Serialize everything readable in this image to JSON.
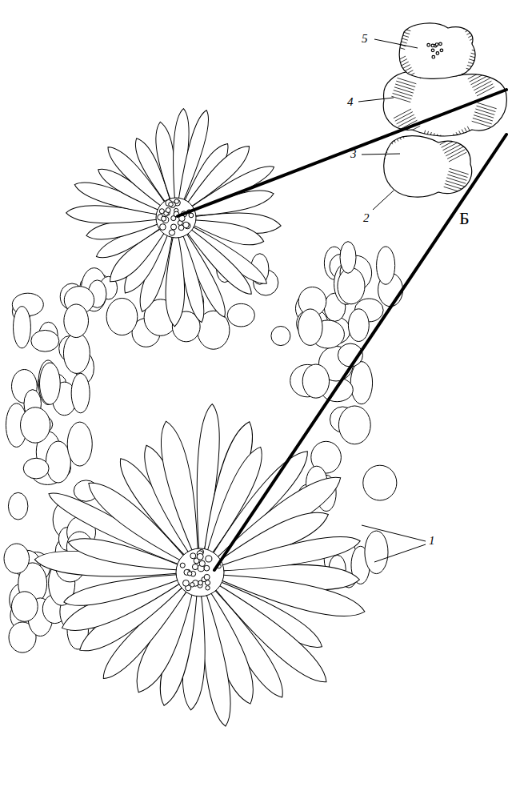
{
  "diagram": {
    "labels": [
      "5",
      "4",
      "3",
      "2",
      "Б",
      "1"
    ]
  }
}
